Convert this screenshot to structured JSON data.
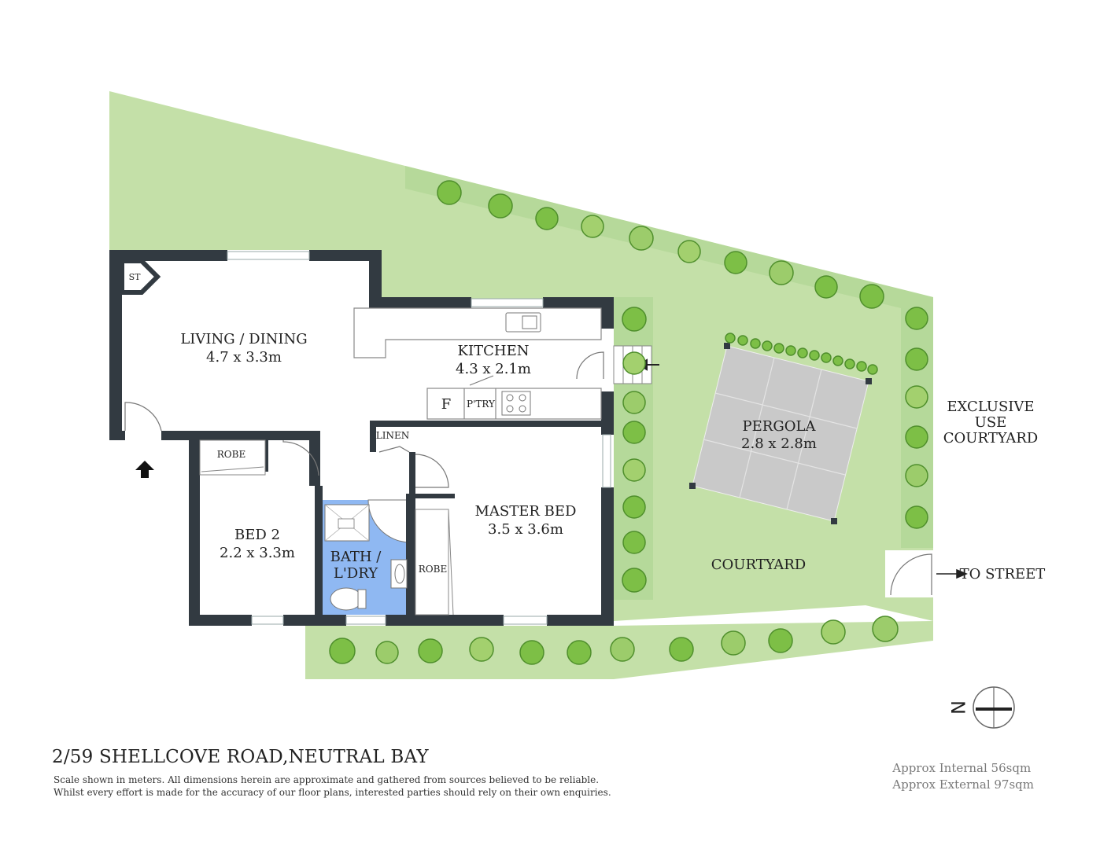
{
  "property": {
    "address": "2/59 SHELLCOVE ROAD,NEUTRAL BAY",
    "disclaimer_line1": "Scale shown in meters. All dimensions herein are approximate and gathered from sources believed to be  reliable.",
    "disclaimer_line2": "Whilst every effort is made for the accuracy of our floor plans, interested parties should rely on their own enquiries.",
    "internal_area": "Approx Internal 56sqm",
    "external_area": "Approx External 97sqm"
  },
  "rooms": {
    "living": {
      "name": "LIVING / DINING",
      "size": "4.7 x 3.3m"
    },
    "kitchen": {
      "name": "KITCHEN",
      "size": "4.3 x 2.1m"
    },
    "master": {
      "name": "MASTER BED",
      "size": "3.5 x 3.6m"
    },
    "bed2": {
      "name": "BED 2",
      "size": "2.2 x 3.3m"
    },
    "bath_line1": "BATH /",
    "bath_line2": "L'DRY",
    "pergola": {
      "name": "PERGOLA",
      "size": "2.8 x 2.8m"
    },
    "courtyard": "COURTYARD",
    "exclusive_line1": "EXCLUSIVE",
    "exclusive_line2": "USE",
    "exclusive_line3": "COURTYARD"
  },
  "fixtures": {
    "st": "ST",
    "robe_bed2": "ROBE",
    "robe_master": "ROBE",
    "linen": "LINEN",
    "fridge": "F",
    "pantry": "P'TRY"
  },
  "labels": {
    "to_street": "TO STREET",
    "compass": "N"
  },
  "colors": {
    "lawn": "#c4e0a8",
    "lawn_dark": "#a6d08a",
    "wall": "#323a41",
    "bath_floor": "#8fb8f2",
    "pergola": "#c9c9c9",
    "plant": "#7dbf46"
  }
}
